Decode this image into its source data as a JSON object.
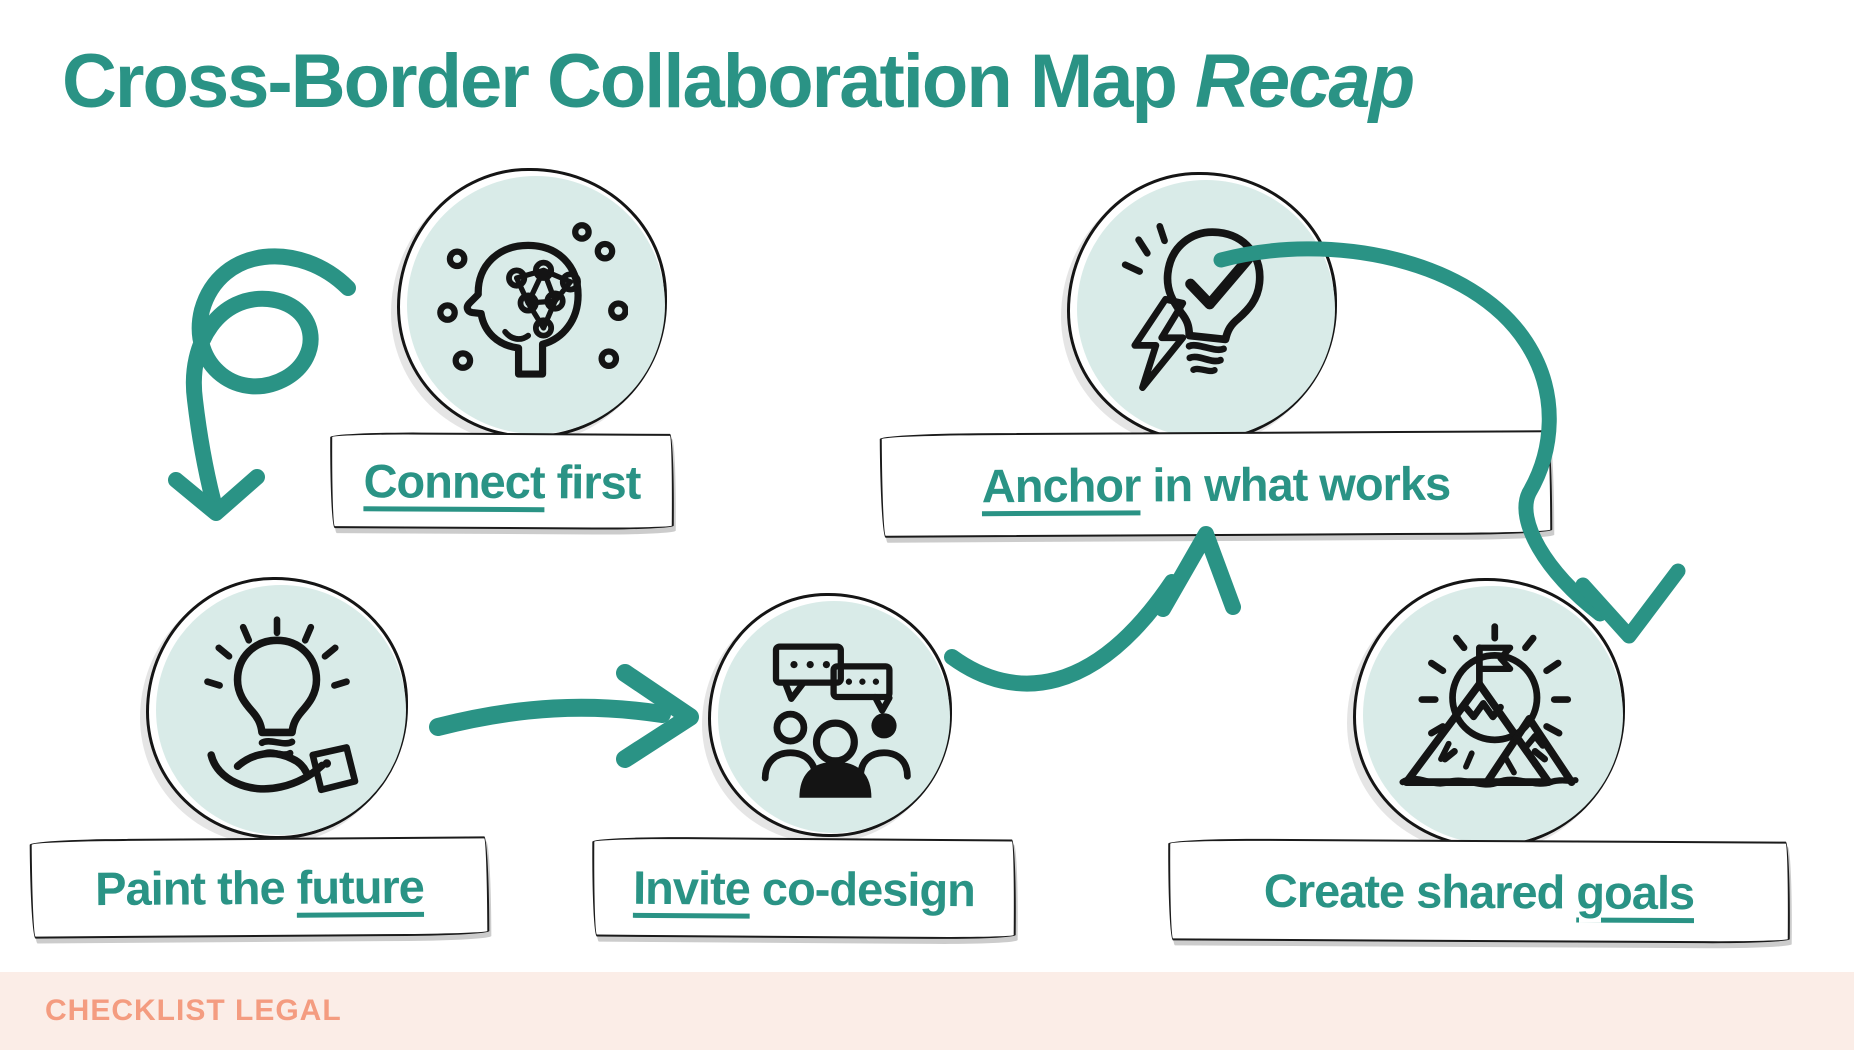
{
  "title": {
    "text": "Cross-Border Collaboration Map ",
    "emphasis": "Recap"
  },
  "steps": [
    {
      "pre": "",
      "key": "Connect",
      "post": " first",
      "icon": "head-network-icon"
    },
    {
      "pre": "Paint the ",
      "key": "future",
      "post": "",
      "icon": "lightbulb-hand-icon"
    },
    {
      "pre": "",
      "key": "Invite",
      "post": " co-design",
      "icon": "people-dialogue-icon"
    },
    {
      "pre": "",
      "key": "Anchor",
      "post": " in what works",
      "icon": "checked-lightbulb-icon"
    },
    {
      "pre": "Create shared ",
      "key": "goals",
      "post": "",
      "icon": "mountain-flag-icon"
    }
  ],
  "arrows": [
    "arrow-connect-to-paint",
    "arrow-paint-to-invite",
    "arrow-invite-to-anchor",
    "arrow-anchor-to-goals"
  ],
  "footer": {
    "brand": "CHECKLIST LEGAL"
  },
  "colors": {
    "accent": "#2A9385",
    "bubble_fill": "#D9EBE8",
    "ink": "#141414",
    "label_bg": "#FFFFFF",
    "footer_bg": "#FBEDE7",
    "footer_text": "#F49C80"
  }
}
